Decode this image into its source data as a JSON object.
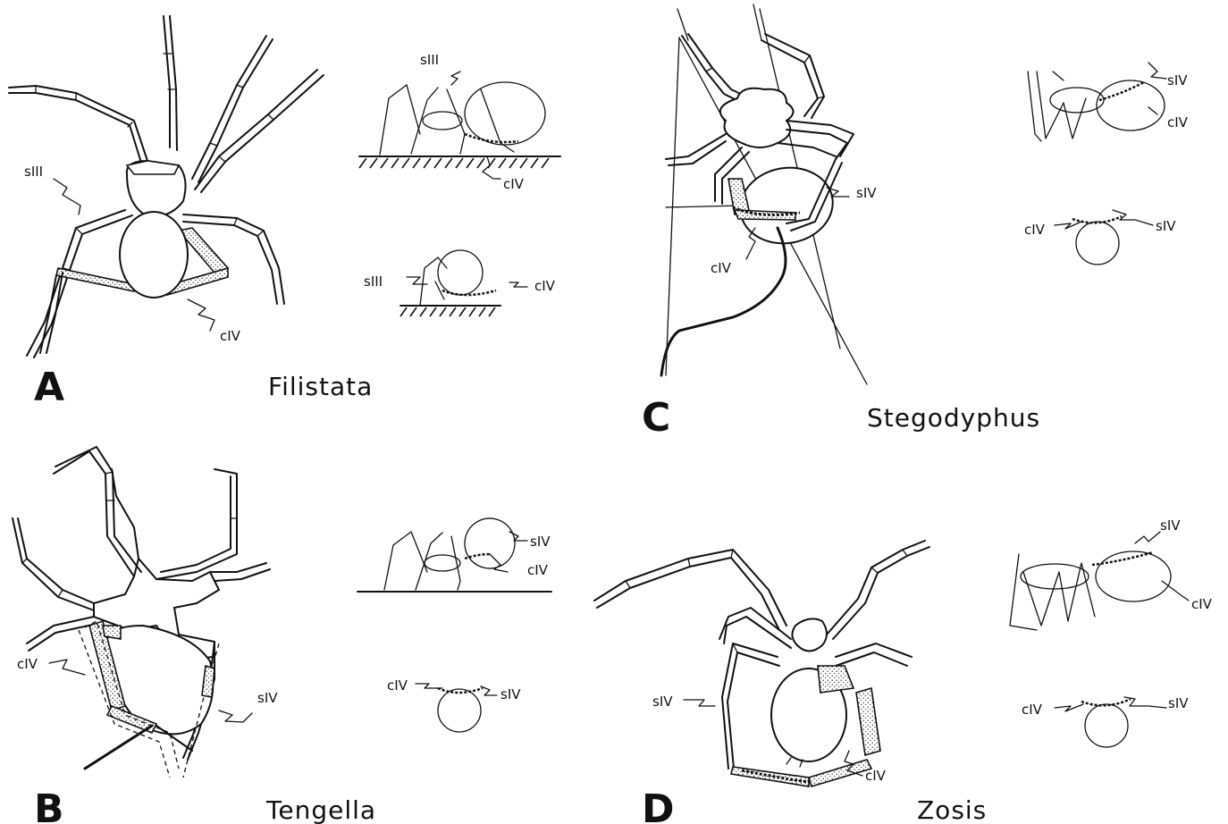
{
  "panels": [
    {
      "letter": "A",
      "genus": "Filistata",
      "labels": {
        "main_siii": "sIII",
        "main_civ": "cIV",
        "side_siii": "sIII",
        "side_civ": "cIV",
        "rear_siii": "sIII",
        "rear_civ": "cIV"
      }
    },
    {
      "letter": "B",
      "genus": "Tengella",
      "labels": {
        "main_civ": "cIV",
        "main_siv": "sIV",
        "side_siv": "sIV",
        "side_civ": "cIV",
        "rear_civ": "cIV",
        "rear_siv": "sIV"
      }
    },
    {
      "letter": "C",
      "genus": "Stegodyphus",
      "labels": {
        "main_siv": "sIV",
        "main_civ": "cIV",
        "side_siv": "sIV",
        "side_civ": "cIV",
        "rear_civ": "cIV",
        "rear_siv": "sIV"
      }
    },
    {
      "letter": "D",
      "genus": "Zosis",
      "labels": {
        "main_siv": "sIV",
        "main_civ": "cIV",
        "side_siv": "sIV",
        "side_civ": "cIV",
        "rear_civ": "cIV",
        "rear_siv": "sIV"
      }
    }
  ]
}
